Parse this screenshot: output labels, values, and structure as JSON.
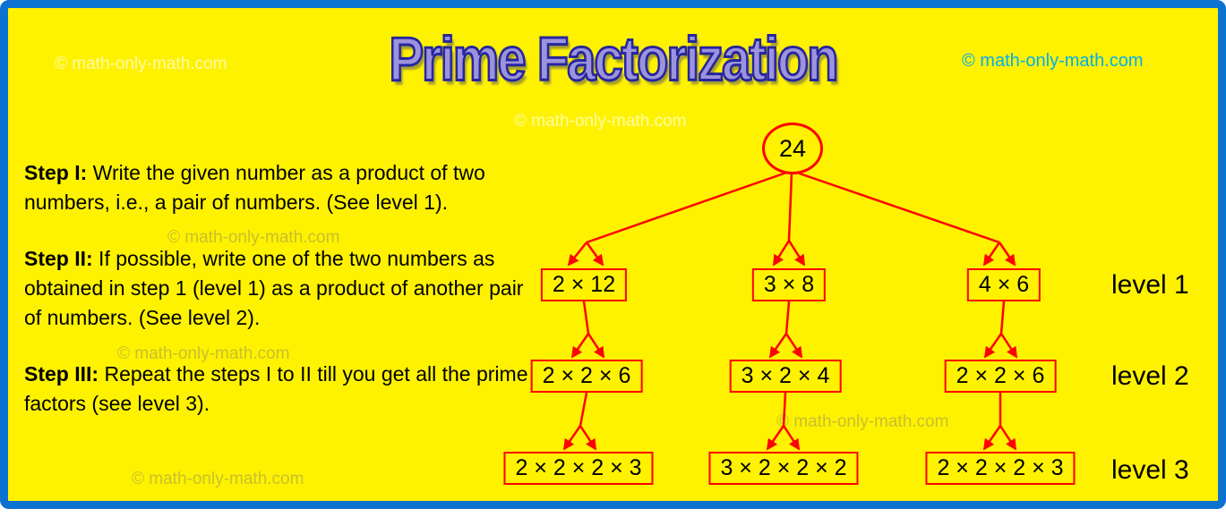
{
  "title": "Prime Factorization",
  "watermark": "© math-only-math.com",
  "steps": [
    {
      "label": "Step I:",
      "text": " Write the given number as a product of two numbers, i.e., a pair of numbers. (See level 1)."
    },
    {
      "label": "Step II:",
      "text": " If possible, write one of the two numbers as obtained in step 1 (level 1) as a product of another pair of numbers. (See level 2)."
    },
    {
      "label": "Step III:",
      "text": " Repeat the steps I to II till you get all the prime factors (see level 3)."
    }
  ],
  "tree": {
    "root": "24",
    "level1": [
      "2 × 12",
      "3 × 8",
      "4 × 6"
    ],
    "level2": [
      "2 × 2 × 6",
      "3 × 2 × 4",
      "2 × 2 × 6"
    ],
    "level3": [
      "2 × 2 × 2 × 3",
      "3 × 2 × 2 × 2",
      "2 × 2 × 2 × 3"
    ]
  },
  "level_labels": [
    "level 1",
    "level 2",
    "level 3"
  ],
  "colors": {
    "background": "#FFF200",
    "border_blue": "#0B72D0",
    "tree_red": "#FF0000",
    "title_purple": "#9D93DD",
    "title_outline": "#26269E",
    "watermark_blue": "#00AEEF"
  }
}
